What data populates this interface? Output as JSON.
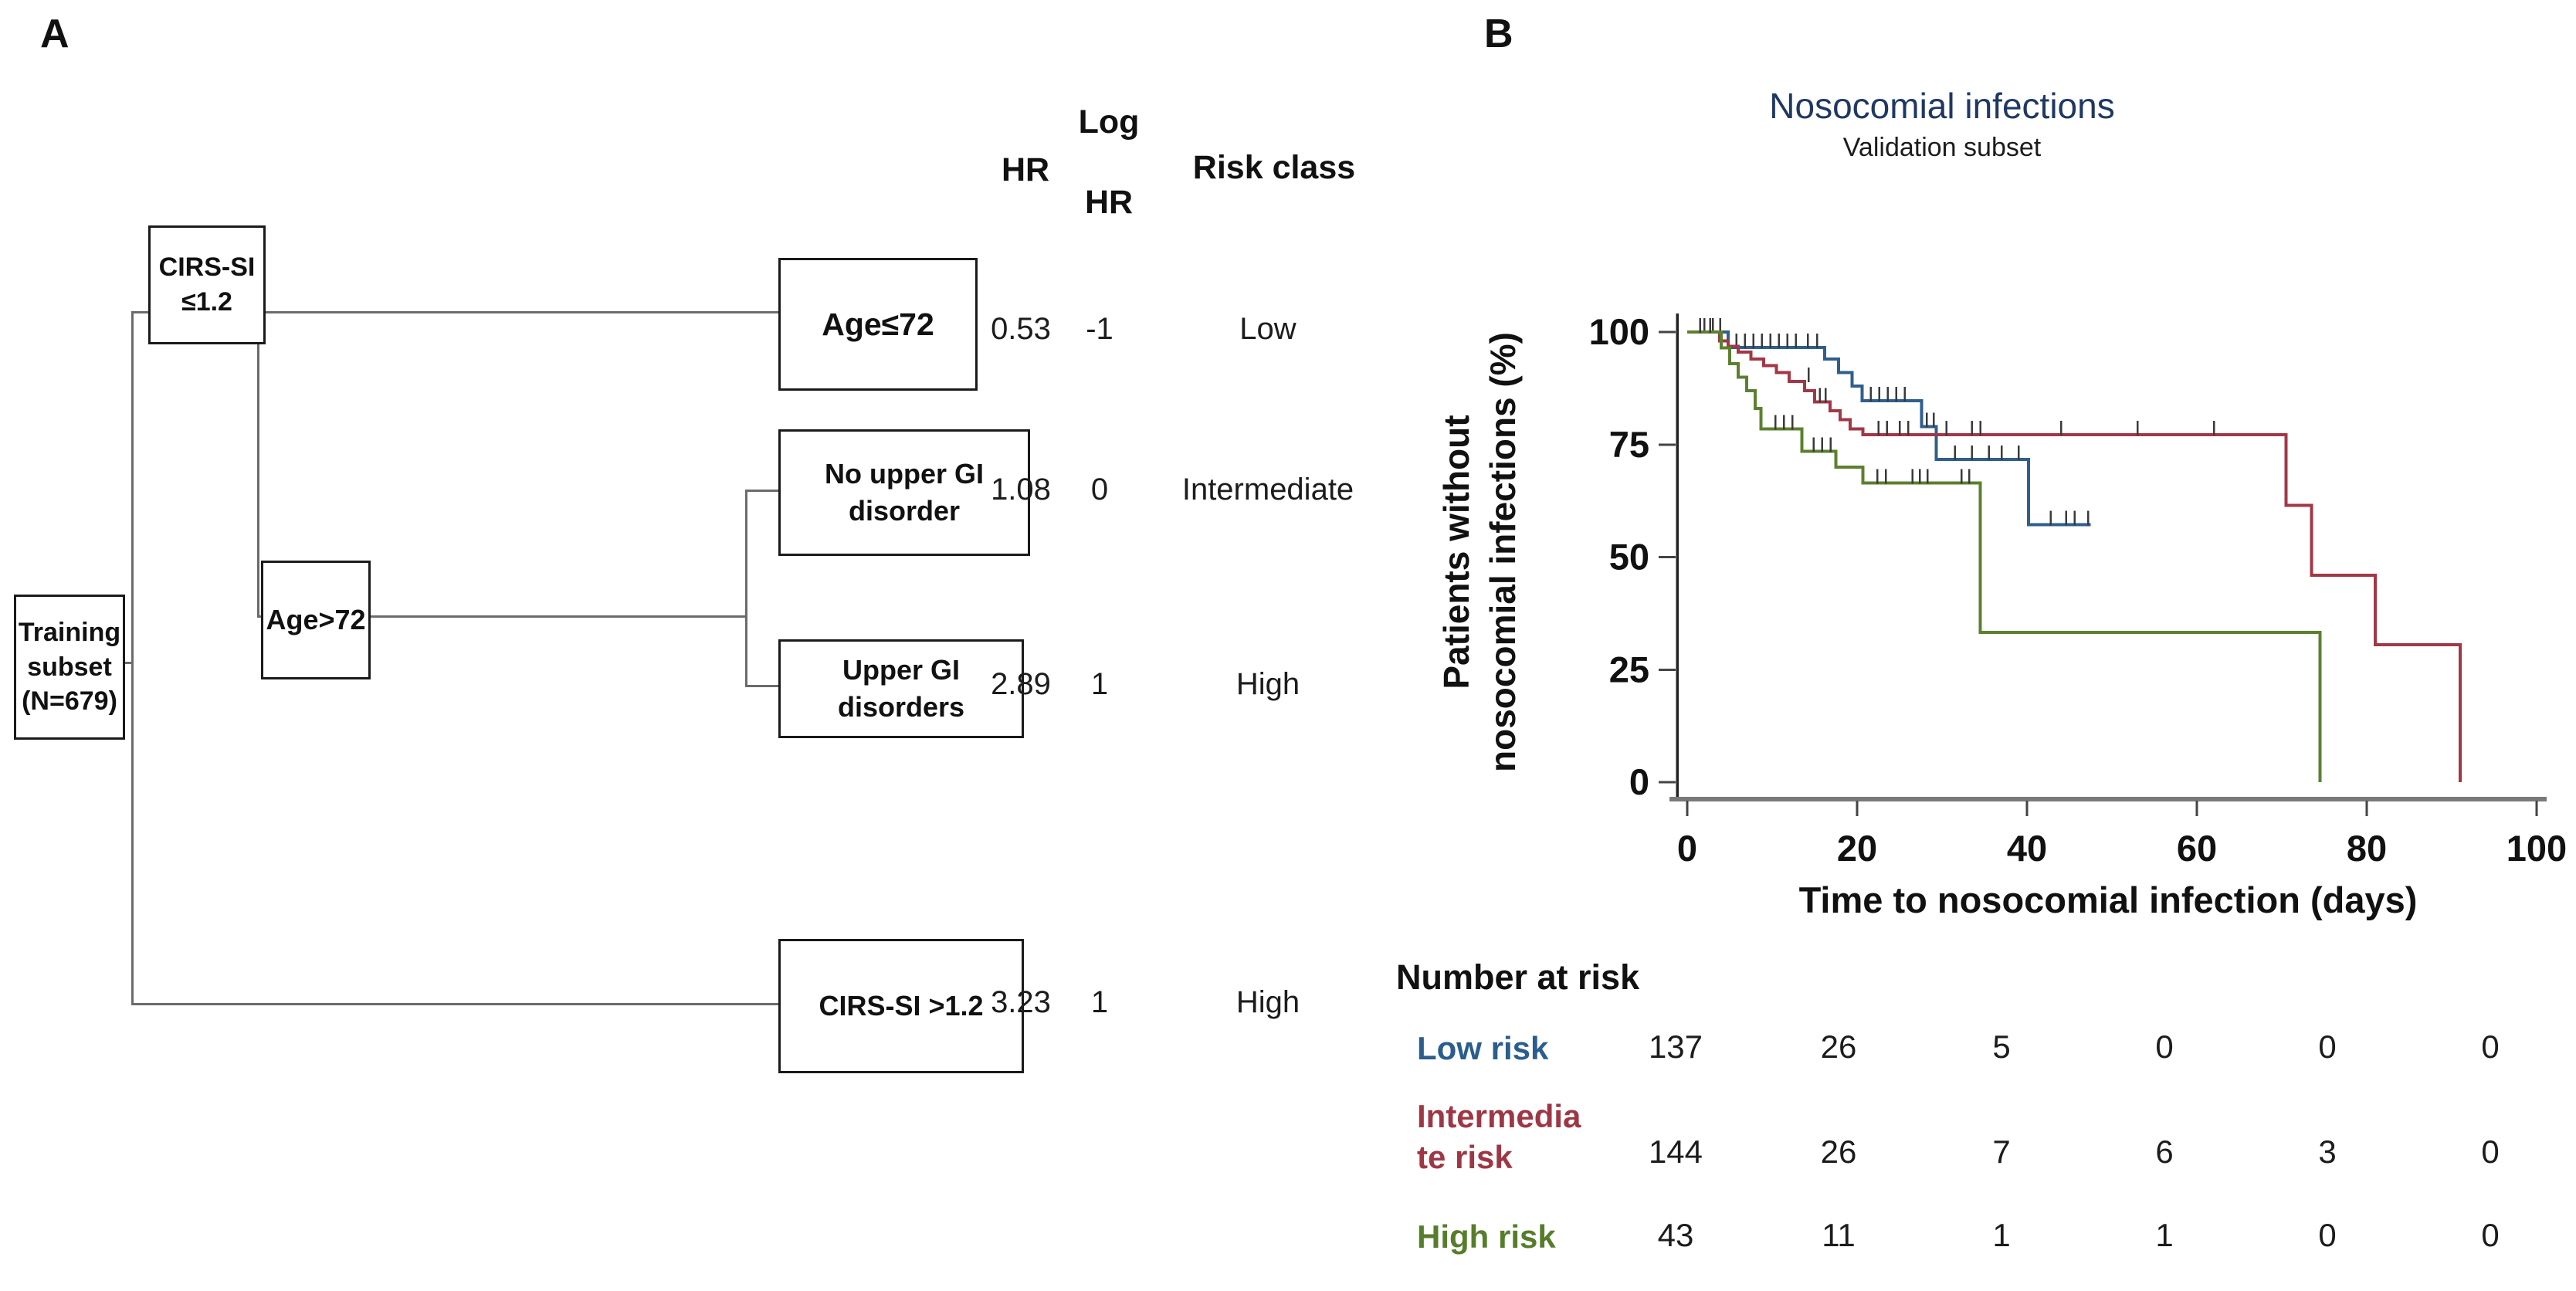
{
  "panel_a": {
    "label": "A",
    "headers": {
      "hr": "HR",
      "log_hr_line1": "Log",
      "log_hr_line2": "HR",
      "risk_class": "Risk class"
    },
    "nodes": {
      "root": "Training subset (N=679)",
      "cirs_low": "CIRS-SI ≤1.2",
      "age_le72": "Age≤72",
      "age_gt72": "Age>72",
      "no_upper_gi": "No upper GI disorder",
      "upper_gi": "Upper GI disorders",
      "cirs_high": "CIRS-SI >1.2"
    },
    "rows": [
      {
        "node": "Age≤72",
        "hr": "0.53",
        "log_hr": "-1",
        "risk": "Low"
      },
      {
        "node": "No upper GI disorder",
        "hr": "1.08",
        "log_hr": "0",
        "risk": "Intermediate"
      },
      {
        "node": "Upper GI disorders",
        "hr": "2.89",
        "log_hr": "1",
        "risk": "High"
      },
      {
        "node": "CIRS-SI >1.2",
        "hr": "3.23",
        "log_hr": "1",
        "risk": "High"
      }
    ]
  },
  "panel_b": {
    "label": "B"
  },
  "chart_data": {
    "type": "line",
    "subtype": "kaplan-meier-step",
    "title": "Nosocomial infections",
    "subtitle": "Validation subset",
    "title_color": "#1F3864",
    "xlabel": "Time to nosocomial infection (days)",
    "ylabel": "Patients without nosocomial infections (%)",
    "ylabel_lines": [
      "Patients without",
      "nosocomial infections (%)"
    ],
    "xlim": [
      0,
      100
    ],
    "ylim": [
      0,
      100
    ],
    "xticks": [
      0,
      20,
      40,
      60,
      80,
      100
    ],
    "yticks": [
      0,
      25,
      50,
      75,
      100
    ],
    "grid": false,
    "legend_position": "none",
    "series": [
      {
        "name": "Low risk",
        "color": "#2F5F8D",
        "steps": [
          [
            0,
            100
          ],
          [
            4.8,
            100
          ],
          [
            4.8,
            96.6
          ],
          [
            16.2,
            96.6
          ],
          [
            16.2,
            94
          ],
          [
            17.8,
            94
          ],
          [
            17.8,
            91
          ],
          [
            19.4,
            91
          ],
          [
            19.4,
            88
          ],
          [
            20.6,
            88
          ],
          [
            20.6,
            84.7
          ],
          [
            27.6,
            84.7
          ],
          [
            27.6,
            79
          ],
          [
            29.3,
            79
          ],
          [
            29.3,
            71.7
          ],
          [
            40.2,
            71.7
          ],
          [
            40.2,
            57.2
          ],
          [
            47.5,
            57.2
          ]
        ],
        "censors": [
          [
            2,
            100
          ],
          [
            3,
            100
          ],
          [
            3.9,
            100
          ],
          [
            5.8,
            96.6
          ],
          [
            6.8,
            96.6
          ],
          [
            7.8,
            96.6
          ],
          [
            8.8,
            96.6
          ],
          [
            9.8,
            96.6
          ],
          [
            10.8,
            96.6
          ],
          [
            11.8,
            96.6
          ],
          [
            12.8,
            96.6
          ],
          [
            14.2,
            96.6
          ],
          [
            15.3,
            96.6
          ],
          [
            21.6,
            84.7
          ],
          [
            22.6,
            84.7
          ],
          [
            23.6,
            84.7
          ],
          [
            24.6,
            84.7
          ],
          [
            25.6,
            84.7
          ],
          [
            28.2,
            79
          ],
          [
            29,
            79
          ],
          [
            31.5,
            71.7
          ],
          [
            33.5,
            71.7
          ],
          [
            35.5,
            71.7
          ],
          [
            37,
            71.7
          ],
          [
            39,
            71.7
          ],
          [
            42.8,
            57.2
          ],
          [
            44.6,
            57.2
          ],
          [
            45.6,
            57.2
          ],
          [
            47.2,
            57.2
          ]
        ]
      },
      {
        "name": "Intermediate risk",
        "color": "#A23746",
        "steps": [
          [
            0,
            100
          ],
          [
            3.8,
            100
          ],
          [
            3.8,
            98
          ],
          [
            4.8,
            98
          ],
          [
            4.8,
            96.8
          ],
          [
            6,
            96.8
          ],
          [
            6,
            95.5
          ],
          [
            7.5,
            95.5
          ],
          [
            7.5,
            94
          ],
          [
            9,
            94
          ],
          [
            9,
            92.5
          ],
          [
            10.5,
            92.5
          ],
          [
            10.5,
            91
          ],
          [
            12,
            91
          ],
          [
            12,
            89
          ],
          [
            13.8,
            89
          ],
          [
            13.8,
            87
          ],
          [
            15,
            87
          ],
          [
            15,
            84.5
          ],
          [
            16.8,
            84.5
          ],
          [
            16.8,
            82.5
          ],
          [
            18,
            82.5
          ],
          [
            18,
            80.5
          ],
          [
            19.2,
            80.5
          ],
          [
            19.2,
            78.5
          ],
          [
            20.7,
            78.5
          ],
          [
            20.7,
            77.2
          ],
          [
            70.5,
            77.2
          ],
          [
            70.5,
            61.5
          ],
          [
            73.5,
            61.5
          ],
          [
            73.5,
            46
          ],
          [
            81,
            46
          ],
          [
            81,
            30.5
          ],
          [
            91,
            30.5
          ],
          [
            91,
            0
          ]
        ],
        "censors": [
          [
            14.3,
            89
          ],
          [
            15.6,
            84.5
          ],
          [
            16.3,
            84.5
          ],
          [
            22.5,
            77.2
          ],
          [
            23.5,
            77.2
          ],
          [
            25,
            77.2
          ],
          [
            26,
            77.2
          ],
          [
            30.5,
            77.2
          ],
          [
            33.5,
            77.2
          ],
          [
            34.5,
            77.2
          ],
          [
            44,
            77.2
          ],
          [
            53,
            77.2
          ],
          [
            62,
            77.2
          ]
        ]
      },
      {
        "name": "High risk",
        "color": "#5C8030",
        "steps": [
          [
            0,
            100
          ],
          [
            4,
            100
          ],
          [
            4,
            96.5
          ],
          [
            5,
            96.5
          ],
          [
            5,
            93
          ],
          [
            6,
            93
          ],
          [
            6,
            90
          ],
          [
            7,
            90
          ],
          [
            7,
            87
          ],
          [
            8,
            87
          ],
          [
            8,
            83
          ],
          [
            8.7,
            83
          ],
          [
            8.7,
            78.5
          ],
          [
            13.5,
            78.5
          ],
          [
            13.5,
            73.5
          ],
          [
            17.5,
            73.5
          ],
          [
            17.5,
            70
          ],
          [
            20.7,
            70
          ],
          [
            20.7,
            66.5
          ],
          [
            34.5,
            66.5
          ],
          [
            34.5,
            33.3
          ],
          [
            74.5,
            33.3
          ],
          [
            74.5,
            0
          ]
        ],
        "censors": [
          [
            1.5,
            100
          ],
          [
            2.7,
            100
          ],
          [
            10.4,
            78.5
          ],
          [
            11.4,
            78.5
          ],
          [
            12.4,
            78.5
          ],
          [
            14.9,
            73.5
          ],
          [
            15.9,
            73.5
          ],
          [
            16.9,
            73.5
          ],
          [
            22.4,
            66.5
          ],
          [
            23.4,
            66.5
          ],
          [
            26.5,
            66.5
          ],
          [
            27.4,
            66.5
          ],
          [
            28.3,
            66.5
          ],
          [
            32.3,
            66.5
          ],
          [
            33.2,
            66.5
          ]
        ]
      }
    ],
    "number_at_risk": {
      "title": "Number at risk",
      "times": [
        0,
        20,
        40,
        60,
        80,
        100
      ],
      "rows": [
        {
          "name": "Low risk",
          "label_lines": [
            "Low risk"
          ],
          "color": "#2A5E8C",
          "values": [
            137,
            26,
            5,
            0,
            0,
            0
          ]
        },
        {
          "name": "Intermediate risk",
          "label_lines": [
            "Intermedia",
            "te risk"
          ],
          "color": "#9E3745",
          "values": [
            144,
            26,
            7,
            6,
            3,
            0
          ]
        },
        {
          "name": "High risk",
          "label_lines": [
            "High risk"
          ],
          "color": "#567D2B",
          "values": [
            43,
            11,
            1,
            1,
            0,
            0
          ]
        }
      ]
    }
  }
}
